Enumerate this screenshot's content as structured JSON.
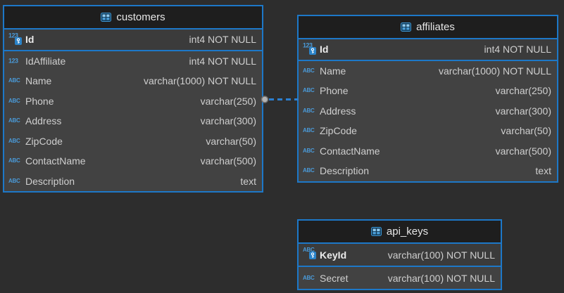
{
  "colors": {
    "canvas_bg": "#2d2d2d",
    "accent_blue": "#1d78c8",
    "entity_bg": "#424242",
    "pk_section_bg": "#3b3b3b",
    "header_bg": "#1e1e1e",
    "icon_blue": "#4a9ad8",
    "text": "#cfcfcf",
    "connector_dot": "#b3b3b3",
    "connector_dash": "#2b7fd0"
  },
  "icon_glyphs": {
    "numeric-icon": "123",
    "text-icon": "ABC"
  },
  "tables": [
    {
      "name": "customers",
      "icon": "table-icon",
      "columns": [
        {
          "icon": "numeric-icon",
          "pk": true,
          "name": "Id",
          "type": "int4 NOT NULL"
        },
        {
          "icon": "numeric-icon",
          "pk": false,
          "name": "IdAffiliate",
          "type": "int4 NOT NULL"
        },
        {
          "icon": "text-icon",
          "pk": false,
          "name": "Name",
          "type": "varchar(1000) NOT NULL"
        },
        {
          "icon": "text-icon",
          "pk": false,
          "name": "Phone",
          "type": "varchar(250)"
        },
        {
          "icon": "text-icon",
          "pk": false,
          "name": "Address",
          "type": "varchar(300)"
        },
        {
          "icon": "text-icon",
          "pk": false,
          "name": "ZipCode",
          "type": "varchar(50)"
        },
        {
          "icon": "text-icon",
          "pk": false,
          "name": "ContactName",
          "type": "varchar(500)"
        },
        {
          "icon": "text-icon",
          "pk": false,
          "name": "Description",
          "type": "text"
        }
      ]
    },
    {
      "name": "affiliates",
      "icon": "table-icon",
      "columns": [
        {
          "icon": "numeric-icon",
          "pk": true,
          "name": "Id",
          "type": "int4 NOT NULL"
        },
        {
          "icon": "text-icon",
          "pk": false,
          "name": "Name",
          "type": "varchar(1000) NOT NULL"
        },
        {
          "icon": "text-icon",
          "pk": false,
          "name": "Phone",
          "type": "varchar(250)"
        },
        {
          "icon": "text-icon",
          "pk": false,
          "name": "Address",
          "type": "varchar(300)"
        },
        {
          "icon": "text-icon",
          "pk": false,
          "name": "ZipCode",
          "type": "varchar(50)"
        },
        {
          "icon": "text-icon",
          "pk": false,
          "name": "ContactName",
          "type": "varchar(500)"
        },
        {
          "icon": "text-icon",
          "pk": false,
          "name": "Description",
          "type": "text"
        }
      ]
    },
    {
      "name": "api_keys",
      "icon": "table-icon",
      "columns": [
        {
          "icon": "text-icon",
          "pk": true,
          "name": "KeyId",
          "type": "varchar(100) NOT NULL"
        },
        {
          "icon": "text-icon",
          "pk": false,
          "name": "Secret",
          "type": "varchar(100) NOT NULL"
        }
      ]
    }
  ],
  "relations": [
    {
      "from": "customers",
      "to": "affiliates",
      "style": "dashed"
    }
  ]
}
